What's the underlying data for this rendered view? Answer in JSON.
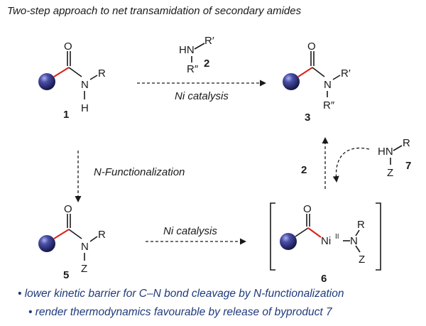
{
  "title": "Two-step approach to net transamidation of secondary amides",
  "atoms": {
    "O": "O",
    "N": "N",
    "H": "H",
    "R": "R",
    "Rp": "R′",
    "Rpp": "R″",
    "Z": "Z",
    "HN": "HN",
    "Ni": "Ni",
    "Ni_ox": "II"
  },
  "compounds": {
    "c1": "1",
    "c2": "2",
    "c3": "3",
    "c5": "5",
    "c6": "6",
    "c7": "7"
  },
  "arrows": {
    "top": "Ni catalysis",
    "left": "N-Functionalization",
    "bottom": "Ni catalysis",
    "right_reagent": "2"
  },
  "bullets": [
    "• lower kinetic barrier for C–N bond cleavage by N-functionalization",
    "• render thermodynamics favourable by release of byproduct 7"
  ],
  "colors": {
    "sphere": "#2c2f78",
    "carbonyl_bond": "#d8261c",
    "bullet_text": "#1f3a7a"
  }
}
